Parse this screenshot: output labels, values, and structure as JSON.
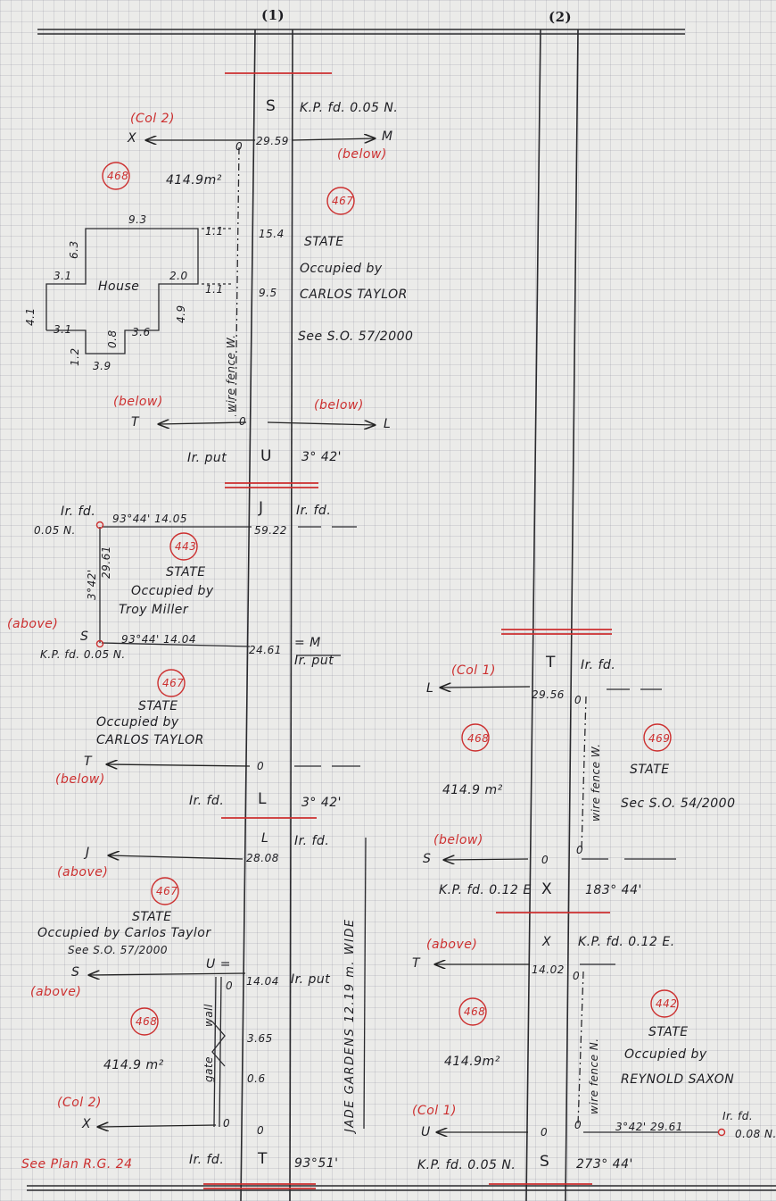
{
  "headers": {
    "col1": "(1)",
    "col2": "(2)"
  },
  "col1": {
    "sec1": {
      "station": "S",
      "kp": "K.P. fd. 0.05 N.",
      "col2": "(Col 2)",
      "x": "X",
      "m": "M",
      "below_m": "(below)",
      "zero": "0",
      "chain": "29.59",
      "lot468": "468",
      "area": "414.9m²",
      "lot467": "467",
      "state": "STATE",
      "occ": "Occupied by",
      "owner": "CARLOS TAYLOR",
      "see": "See S.O. 57/2000",
      "house": {
        "label": "House",
        "d93": "9.3",
        "d11a": "1.1",
        "d63": "6.3",
        "d31a": "3.1",
        "d20": "2.0",
        "d11b": "1.1",
        "d41": "4.1",
        "d49": "4.9",
        "d31b": "3.1",
        "d08": "0.8",
        "d36": "3.6",
        "d12": "1.2",
        "d39": "3.9"
      },
      "off154": "15.4",
      "off95": "9.5",
      "fence": "wire fence W.",
      "below_t": "(below)",
      "t": "T",
      "zero2": "0",
      "below_l": "(below)",
      "l": "L",
      "irput": "Ir. put",
      "u": "U",
      "bearing": "3° 42'"
    },
    "sec2": {
      "irfd1": "Ir. fd.",
      "off005": "0.05 N.",
      "brg1": "93°44' 14.05",
      "j": "J",
      "irfd_r": "Ir. fd.",
      "chain": "59.22",
      "lot443": "443",
      "side_a": "3°42'",
      "side_b": "29.61",
      "state": "STATE",
      "occ": "Occupied by",
      "owner": "Troy Miller",
      "above": "(above)",
      "s": "S",
      "brg2": "93°44' 14.04",
      "kpfd": "K.P. fd. 0.05 N.",
      "chain2": "24.61",
      "eqm": "= M",
      "irput": "Ir. put",
      "lot467": "467",
      "state2": "STATE",
      "occ2": "Occupied by",
      "owner2": "CARLOS TAYLOR",
      "t": "T",
      "below": "(below)",
      "zero": "0",
      "irfd2": "Ir. fd.",
      "l": "L",
      "bearing": "3° 42'"
    },
    "sec3": {
      "l": "L",
      "irfd": "Ir. fd.",
      "j": "J",
      "above": "(above)",
      "chain": "28.08",
      "lot467": "467",
      "state": "STATE",
      "occ": "Occupied by Carlos Taylor",
      "see": "See S.O. 57/2000",
      "s": "S",
      "above2": "(above)",
      "ueq": "U =",
      "zero_w": "0",
      "chain2": "14.04",
      "irput": "Ir. put",
      "wall": "wall",
      "gate": "gate",
      "d365": "3.65",
      "d06": "0.6",
      "lot468": "468",
      "area": "414.9 m²",
      "col2": "(Col 2)",
      "x": "X",
      "zero_b": "0",
      "zero_c": "0",
      "plan": "See Plan R.G. 24",
      "irfd2": "Ir. fd.",
      "t": "T",
      "bearing": "93°51'"
    },
    "road": "JADE GARDENS 12.19 m. WIDE"
  },
  "col2": {
    "sec1": {
      "t": "T",
      "irfd": "Ir. fd.",
      "col1": "(Col 1)",
      "l": "L",
      "chain": "29.56",
      "zero": "0",
      "lot468": "468",
      "lot469": "469",
      "area": "414.9 m²",
      "state": "STATE",
      "see": "Sec S.O. 54/2000",
      "fence": "wire fence W.",
      "below": "(below)",
      "s": "S",
      "zero2": "0",
      "zero3": "0",
      "kpfd": "K.P. fd. 0.12 E",
      "x": "X",
      "bearing": "183° 44'"
    },
    "sec2": {
      "above": "(above)",
      "t": "T",
      "x": "X",
      "kpfd": "K.P. fd. 0.12 E.",
      "chain": "14.02",
      "zero": "0",
      "lot468": "468",
      "lot442": "442",
      "area": "414.9m²",
      "state": "STATE",
      "occ": "Occupied by",
      "owner": "REYNOLD SAXON",
      "fence": "wire fence N.",
      "col1": "(Col 1)",
      "u": "U",
      "zero2": "0",
      "zero3": "0",
      "brg": "3°42' 29.61",
      "irfd": "Ir. fd.",
      "off": "0.08 N.",
      "kpfd2": "K.P. fd. 0.05 N.",
      "s": "S",
      "bearing": "273° 44'"
    }
  }
}
